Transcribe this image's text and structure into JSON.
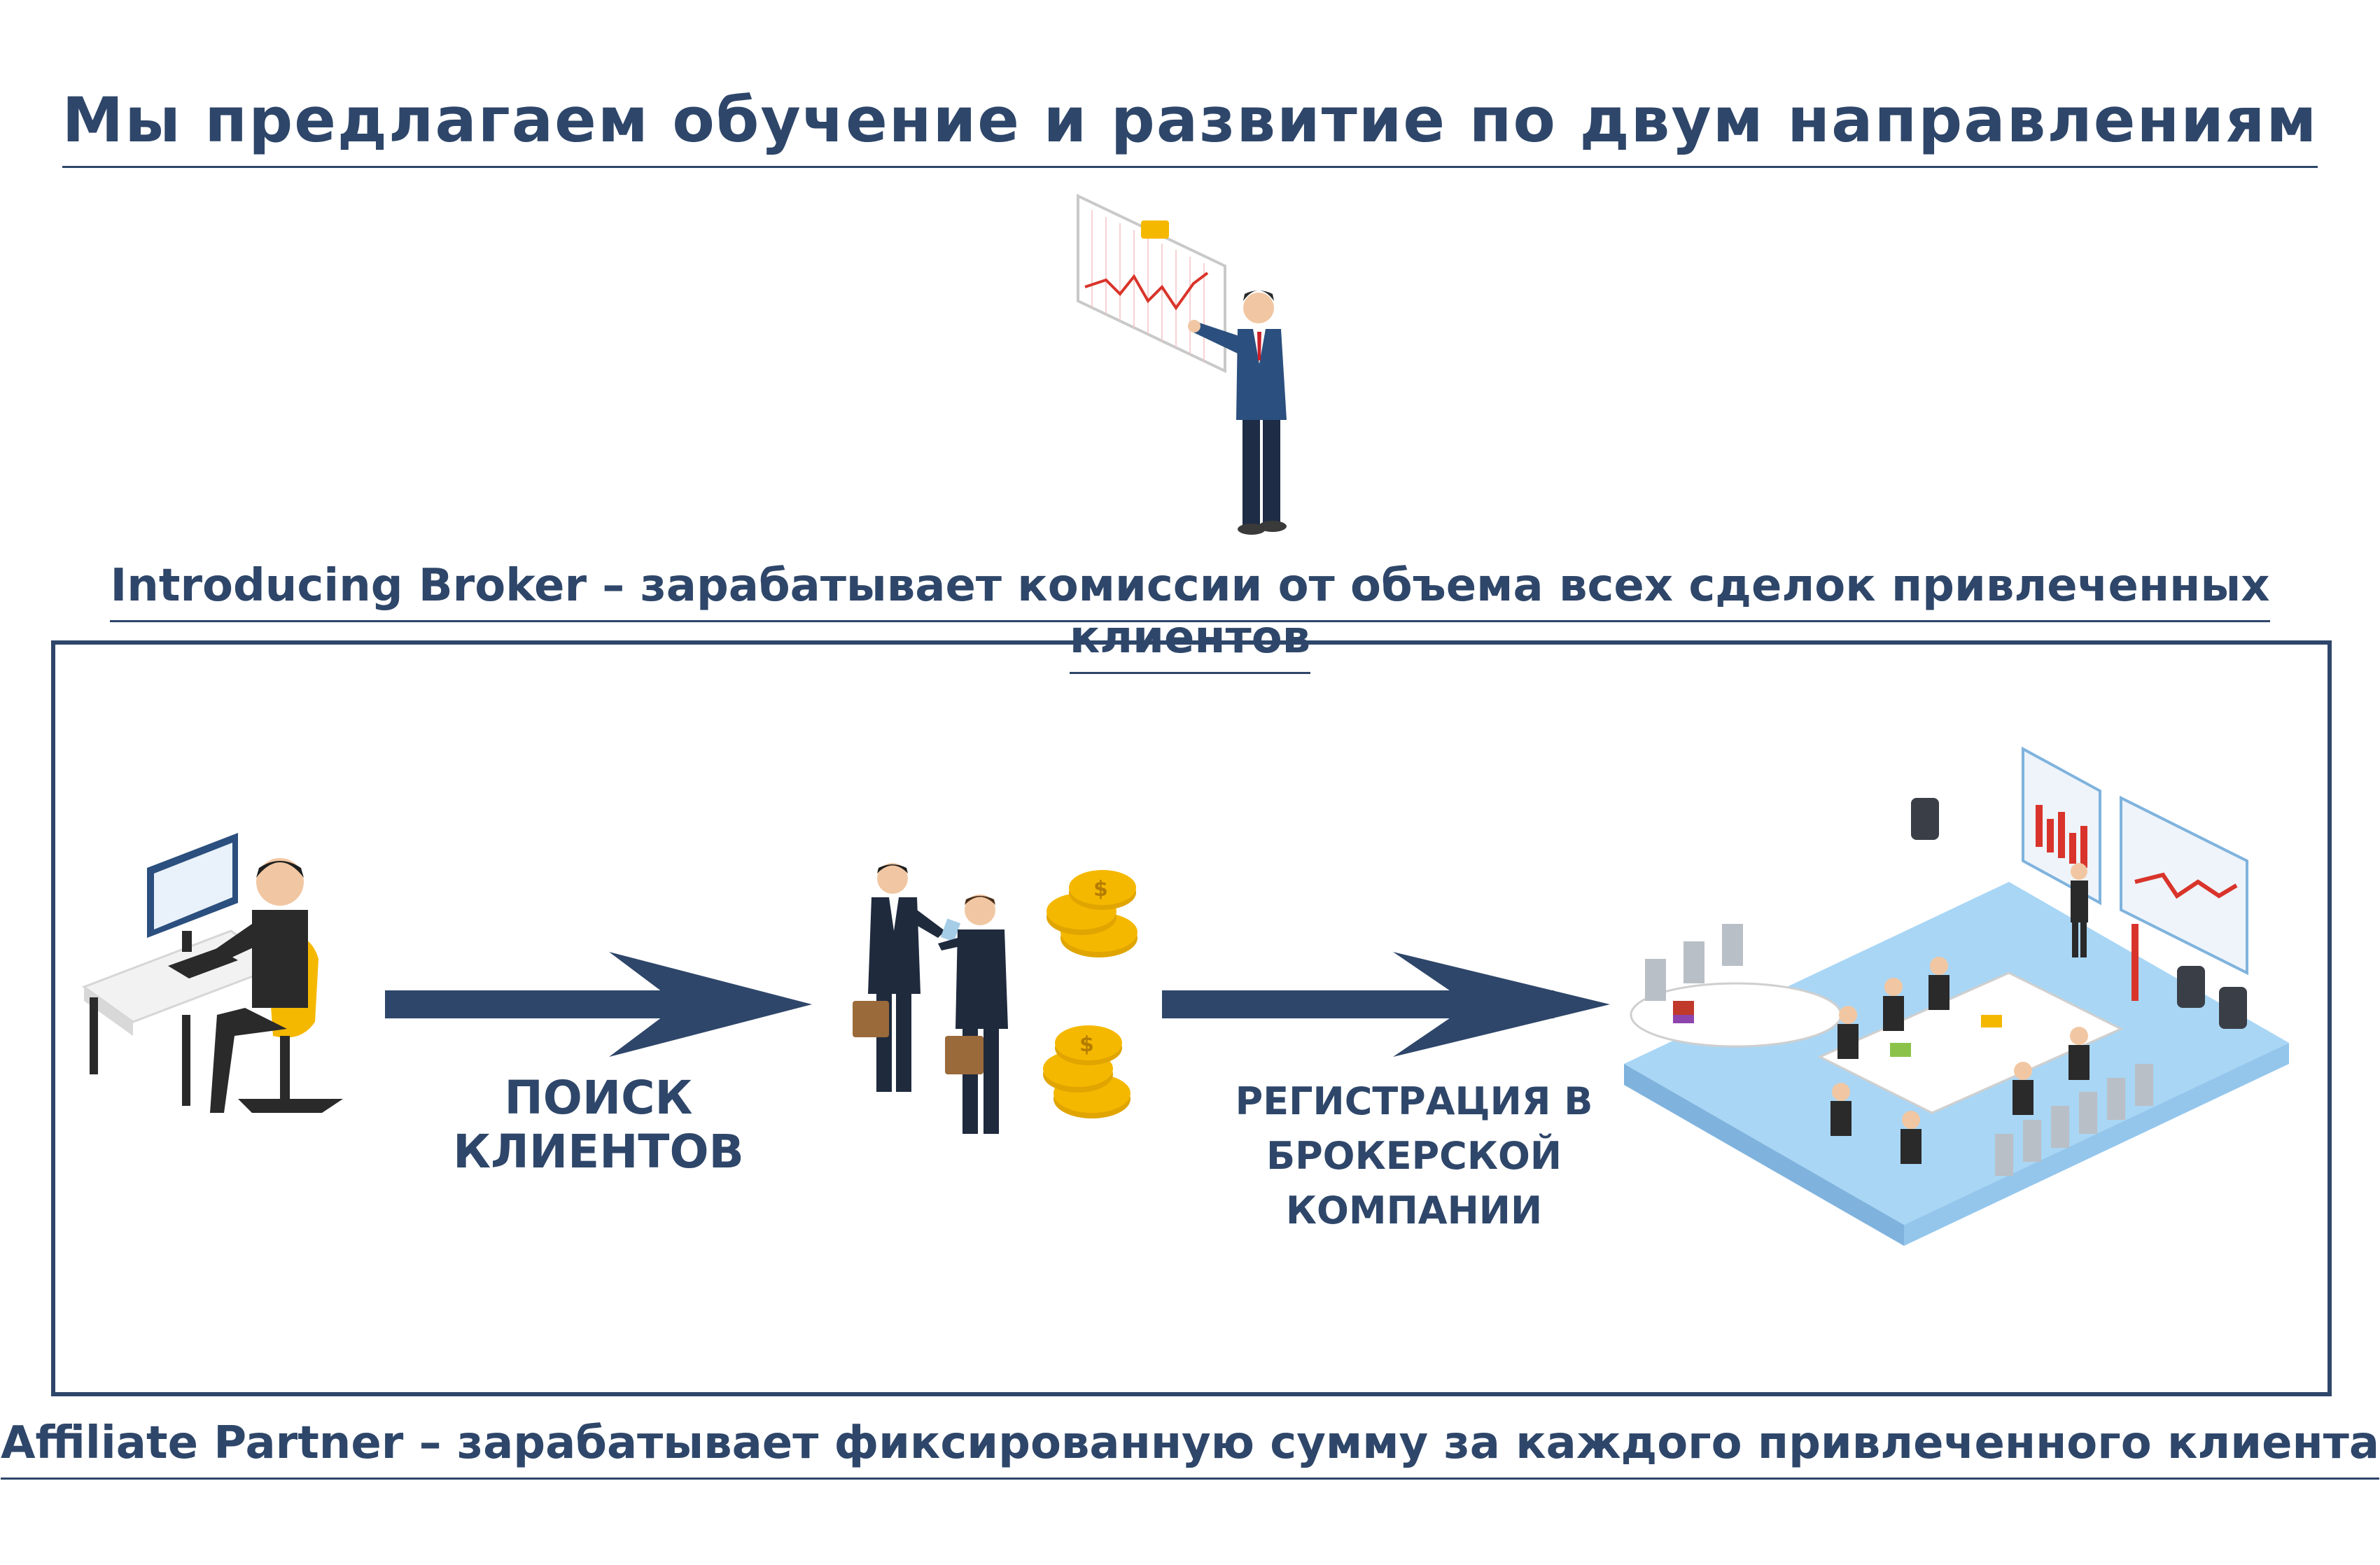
{
  "header": {
    "title": "Мы предлагаем обучение и развитие по двум направлениям"
  },
  "introducing_broker": {
    "caption": "Introducing Broker –  зарабатывает комиссии от объема всех сделок привлеченных клиентов"
  },
  "flow": {
    "step1_label": "ПОИСК КЛИЕНТОВ",
    "step2_label_lines": [
      "РЕГИСТРАЦИЯ В",
      "БРОКЕРСКОЙ",
      "КОМПАНИИ"
    ],
    "icons": [
      "presenter-icon",
      "computer-worker-icon",
      "handshake-icon",
      "coins-icon",
      "meeting-room-icon",
      "arrow-right-icon"
    ]
  },
  "affiliate_partner": {
    "caption": "Affiliate Partner – зарабатывает фиксированную сумму за каждого привлеченного клиента"
  },
  "colors": {
    "primary": "#2e4669",
    "accent_yellow": "#f5b800",
    "chart_red": "#d9342b",
    "floor_blue": "#a9d6f5"
  }
}
